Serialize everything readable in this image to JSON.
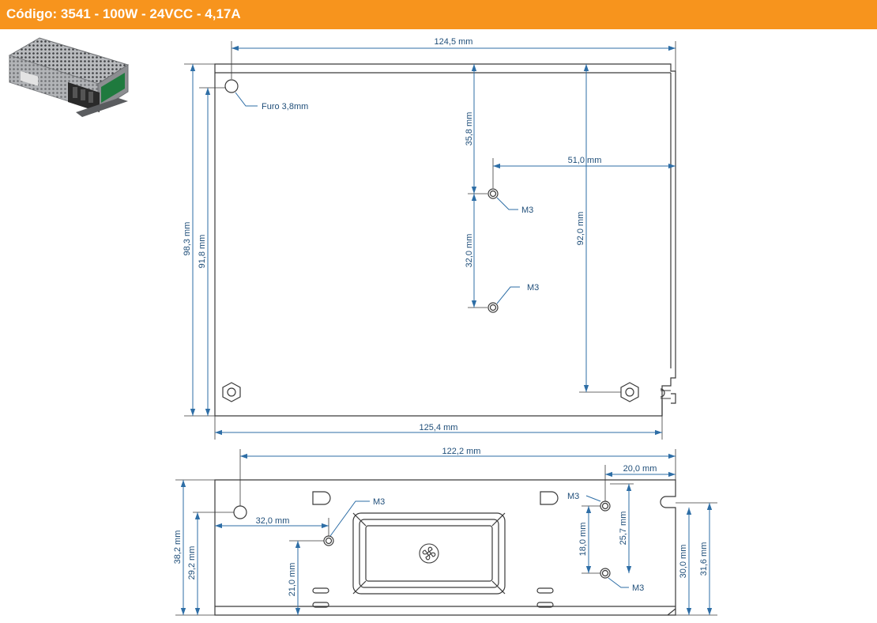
{
  "header": {
    "title": "Código: 3541 - 100W - 24VCC - 4,17A",
    "background_color": "#f7941d",
    "text_color": "#ffffff"
  },
  "product_photo": {
    "icon": "power-supply-photo"
  },
  "colors": {
    "outline": "#3a3a3a",
    "dimension": "#2e6ea6",
    "label": "#1f4e79"
  },
  "top_view": {
    "dim_width_top": "124,5 mm",
    "dim_width_bottom": "125,4 mm",
    "dim_height_outer": "98,3 mm",
    "dim_height_inner": "91,8 mm",
    "dim_hole_to_top": "35,8 mm",
    "dim_hole_spacing": "32,0 mm",
    "dim_hole_to_right": "51,0 mm",
    "dim_right_height": "92,0 mm",
    "callout_hole": "Furo 3,8mm",
    "callout_m3_a": "M3",
    "callout_m3_b": "M3"
  },
  "side_view": {
    "dim_width": "122,2 mm",
    "dim_right_offset": "20,0 mm",
    "dim_left_offset": "32,0 mm",
    "dim_height_outer": "38,2 mm",
    "dim_height_inner": "29,2 mm",
    "dim_hole_height": "21,0 mm",
    "dim_m3_spacing": "18,0 mm",
    "dim_m3_height": "25,7 mm",
    "dim_right_inner": "30,0 mm",
    "dim_right_outer": "31,6 mm",
    "callout_m3_left": "M3",
    "callout_m3_right_top": "M3",
    "callout_m3_right_bottom": "M3"
  }
}
